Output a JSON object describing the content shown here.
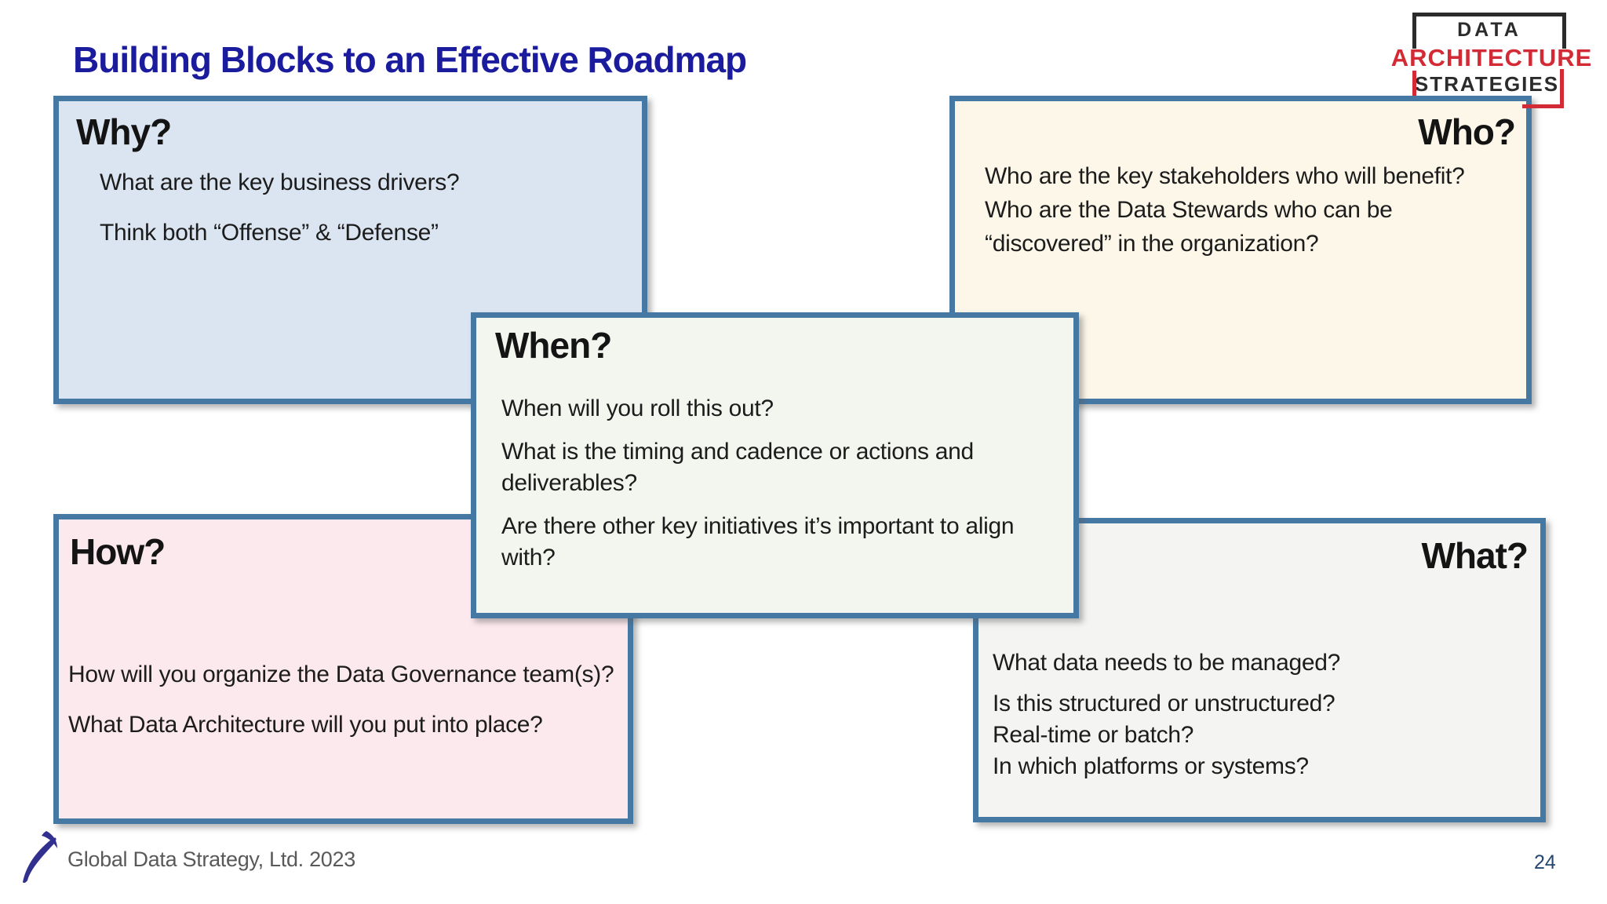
{
  "slide": {
    "title": "Building Blocks to an Effective Roadmap",
    "footer": "Global Data Strategy, Ltd. 2023",
    "page_number": "24"
  },
  "logo": {
    "word1": "DATA",
    "word2": "ARCHITECTURE",
    "word3": "STRATEGIES"
  },
  "boxes": {
    "why": {
      "title": "Why?",
      "fill": "#dbe5f1",
      "paragraphs": [
        [
          "What are the key business drivers?"
        ],
        [
          "Think both “Offense” & “Defense”"
        ]
      ]
    },
    "who": {
      "title": "Who?",
      "fill": "#fcf7e8",
      "paragraphs": [
        [
          "Who are the key stakeholders who will benefit?"
        ],
        [
          "Who are the Data Stewards who can be",
          "“discovered” in the organization?"
        ]
      ]
    },
    "when": {
      "title": "When?",
      "fill": "#f2f6ef",
      "paragraphs": [
        [
          "When will you roll this out?"
        ],
        [
          "What is the timing and cadence or actions and",
          "deliverables?"
        ],
        [
          "Are there other key initiatives it’s important to align",
          "with?"
        ]
      ]
    },
    "how": {
      "title": "How?",
      "fill": "#fce9ee",
      "paragraphs": [
        [
          "How will you organize the Data Governance team(s)?"
        ],
        [
          "What Data Architecture will you put into place?"
        ]
      ]
    },
    "what": {
      "title": "What?",
      "fill": "#f4f4f3",
      "paragraphs": [
        [
          "What data needs to be managed?"
        ],
        [
          "Is this structured or unstructured?",
          "Real-time or batch?",
          "In which platforms or systems?"
        ]
      ]
    }
  },
  "colors": {
    "title_text": "#1b1b9e",
    "box_border": "#4678a4",
    "logo_black": "#2b2b2b",
    "logo_red": "#d32b35",
    "footer_text": "#595959",
    "page_number": "#24476f",
    "footer_logo_blue": "#32308e"
  }
}
